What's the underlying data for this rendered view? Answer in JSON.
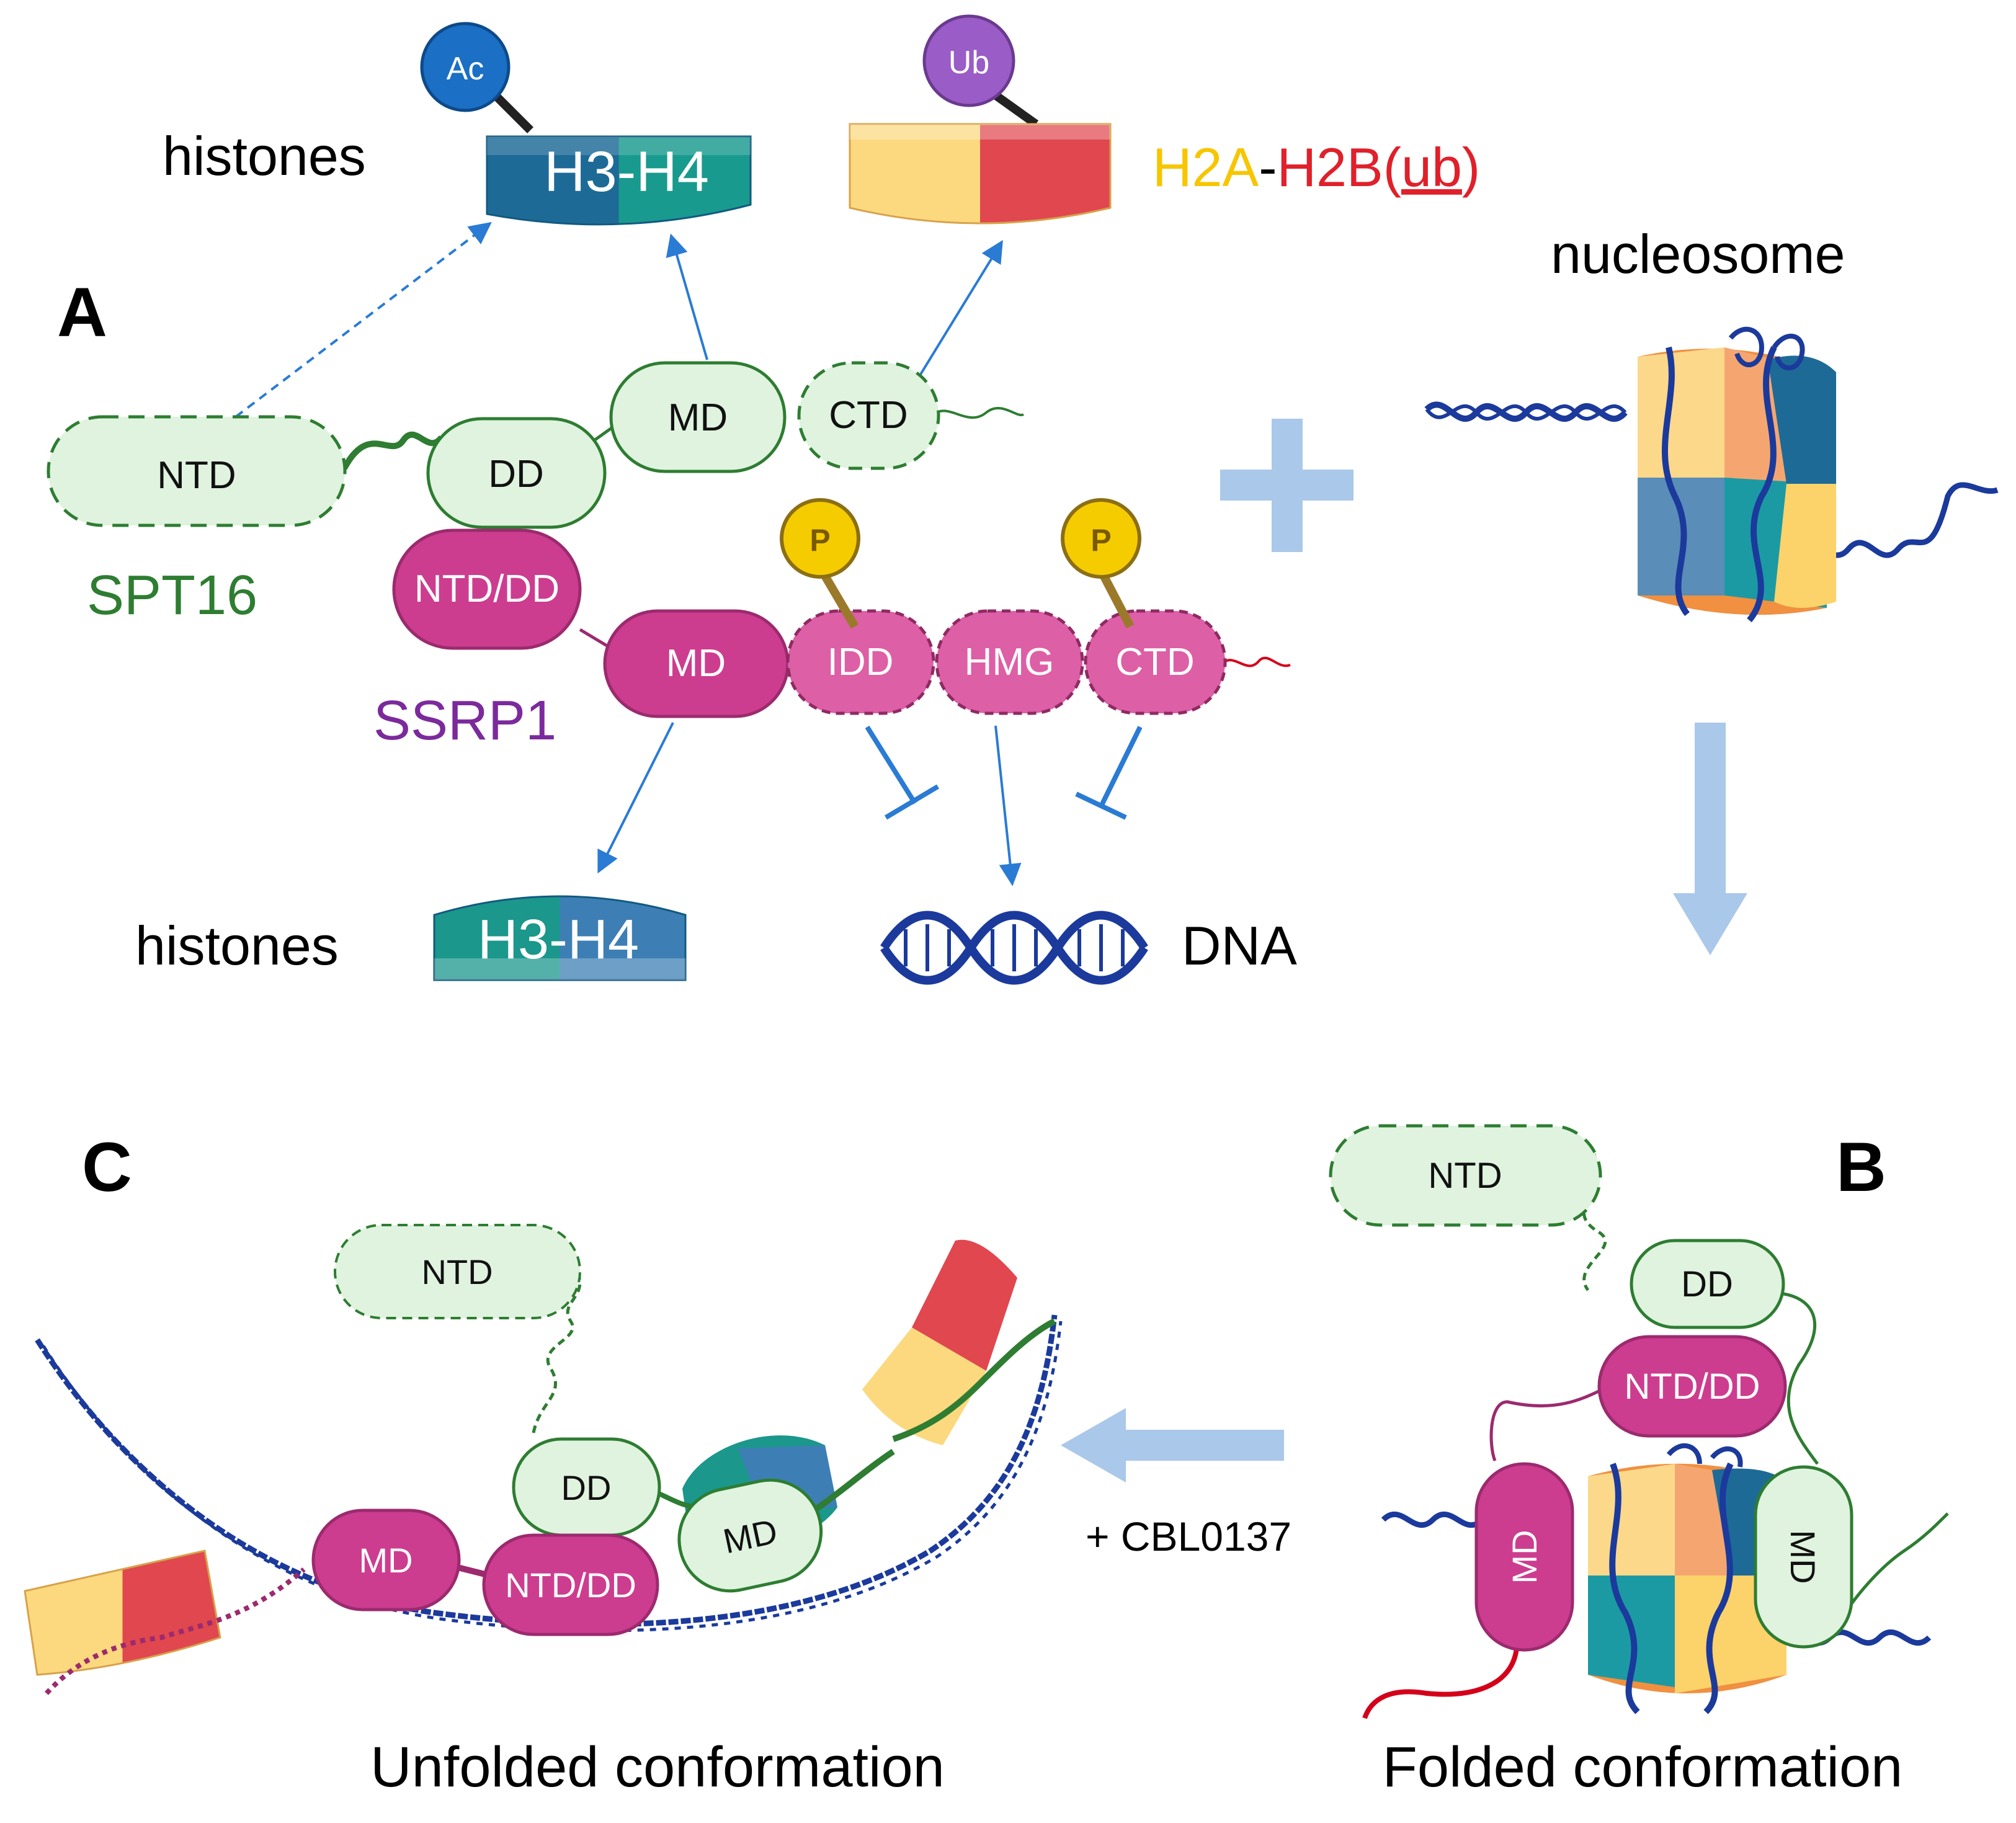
{
  "panel_a": {
    "letter": "A",
    "histones_top_label": "histones",
    "h3h4_top": "H3-H4",
    "ac_badge": "Ac",
    "ub_badge": "Ub",
    "h2a_label": "H2A",
    "dash": "-",
    "h2b_label": "H2B(",
    "ub_paren": "ub",
    "close_paren": ")",
    "nucleosome_label": "nucleosome",
    "spt16": {
      "name": "SPT16",
      "ntd": "NTD",
      "dd": "DD",
      "md": "MD",
      "ctd": "CTD"
    },
    "ssrp1": {
      "name": "SSRP1",
      "ntd_dd": "NTD/DD",
      "md": "MD",
      "idd": "IDD",
      "hmg": "HMG",
      "ctd": "CTD",
      "p_badge": "P"
    },
    "histones_bottom_label": "histones",
    "h3h4_bottom": "H3-H4",
    "dna_label": "DNA"
  },
  "panel_b": {
    "letter": "B",
    "ntd": "NTD",
    "dd": "DD",
    "ntd_dd": "NTD/DD",
    "md_left": "MD",
    "md_right": "MD",
    "caption": "Folded conformation"
  },
  "panel_c": {
    "letter": "C",
    "ntd": "NTD",
    "dd": "DD",
    "md_spt16": "MD",
    "md_ssrp1": "MD",
    "ntd_dd": "NTD/DD",
    "caption": "Unfolded conformation",
    "drug_label": "+ CBL0137"
  },
  "colors": {
    "spt16_fill": "#dff3df",
    "spt16_stroke": "#2e7d32",
    "ssrp1_fill": "#cc3d8f",
    "ssrp1_light": "#dd5fa6",
    "arrow_blue": "#2a7bd4",
    "big_arrow": "#aac8ea",
    "dna_blue": "#1b3a9c",
    "ac_blue": "#1b6fc4",
    "ub_purple": "#9a5cc6",
    "p_yellow": "#f5cc00",
    "h2a_yellow": "#f7c600",
    "h2b_red": "#e0202a"
  }
}
